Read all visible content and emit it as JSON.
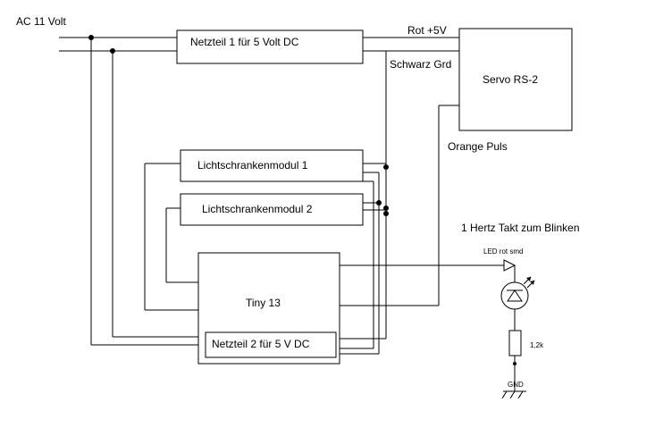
{
  "labels": {
    "ac_input": "AC 11 Volt",
    "psu1": "Netzteil 1 für 5 Volt DC",
    "rot_5v": "Rot +5V",
    "schwarz_grd": "Schwarz Grd",
    "servo": "Servo RS-2",
    "orange_puls": "Orange Puls",
    "ls1": "Lichtschrankenmodul 1",
    "ls2": "Lichtschrankenmodul 2",
    "takt": "1 Hertz Takt zum Blinken",
    "led": "LED rot smd",
    "tiny": "Tiny 13",
    "psu2": "Netzteil 2 für 5 V DC",
    "resistor": "1,2k",
    "gnd": "GND"
  }
}
